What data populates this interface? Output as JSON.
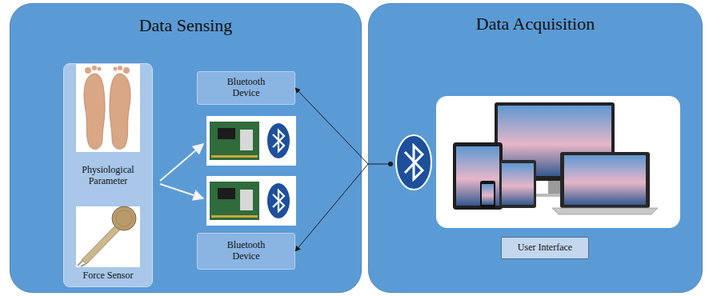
{
  "diagram": {
    "nodes": [
      {
        "text": [
          "Data Sensing"
        ]
      },
      {
        "text": [
          "Physiological Parameter",
          "Force Sensor"
        ],
        "in": 0
      },
      {
        "text": [
          "Bluetooth Device"
        ],
        "in": 0
      },
      {
        "text": [
          "Bluetooth Device"
        ],
        "in": 0
      },
      {
        "text": [
          "Data Acquisition"
        ]
      },
      {
        "text": [
          "User Interface"
        ],
        "in": 4
      }
    ],
    "edges": [
      {
        "from": 4,
        "to": 2,
        "arrow": "to"
      },
      {
        "from": 4,
        "to": 3,
        "arrow": "to"
      }
    ]
  }
}
